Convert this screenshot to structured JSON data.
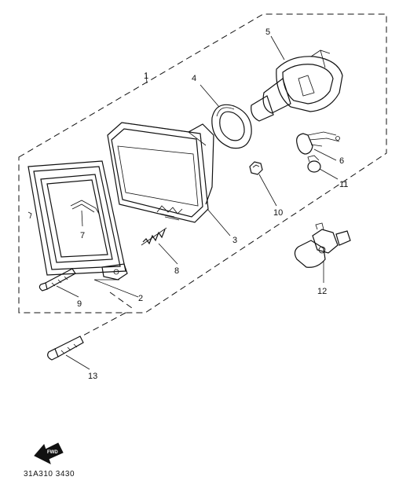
{
  "diagram": {
    "callouts": [
      {
        "id": "c1",
        "label": "1"
      },
      {
        "id": "c2",
        "label": "2"
      },
      {
        "id": "c3",
        "label": "3"
      },
      {
        "id": "c4",
        "label": "4"
      },
      {
        "id": "c5",
        "label": "5"
      },
      {
        "id": "c6",
        "label": "6"
      },
      {
        "id": "c7",
        "label": "7"
      },
      {
        "id": "c8",
        "label": "8"
      },
      {
        "id": "c9",
        "label": "9"
      },
      {
        "id": "c10",
        "label": "10"
      },
      {
        "id": "c11",
        "label": "11"
      },
      {
        "id": "c12",
        "label": "12"
      },
      {
        "id": "c13",
        "label": "13"
      }
    ],
    "front_marker_label": "FWD",
    "drawing_code": "31A310 3430"
  }
}
